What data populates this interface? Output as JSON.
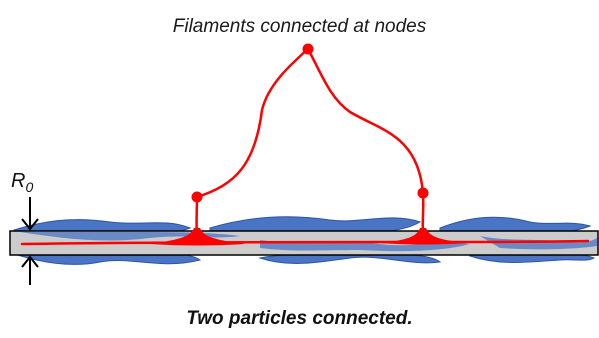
{
  "diagram": {
    "title": "Filaments connected at nodes",
    "caption": "Two particles connected.",
    "radius_label": {
      "symbol": "R",
      "subscript": "0"
    }
  },
  "colors": {
    "filament": "#ff0000",
    "node": "#ff0000",
    "particle_fill": "#4a74c4",
    "particle_stroke": "#2e55a3",
    "rod_fill": "#cccccc",
    "rod_stroke": "#000000",
    "text": "#111111"
  }
}
